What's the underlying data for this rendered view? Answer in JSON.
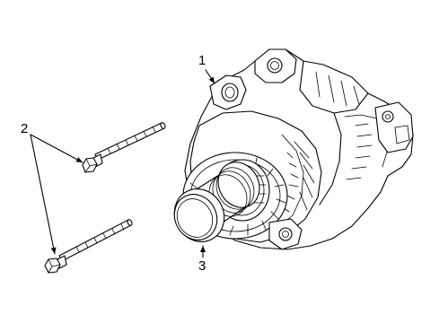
{
  "callouts": {
    "alternator": "1",
    "bolts": "2",
    "pulley": "3"
  }
}
